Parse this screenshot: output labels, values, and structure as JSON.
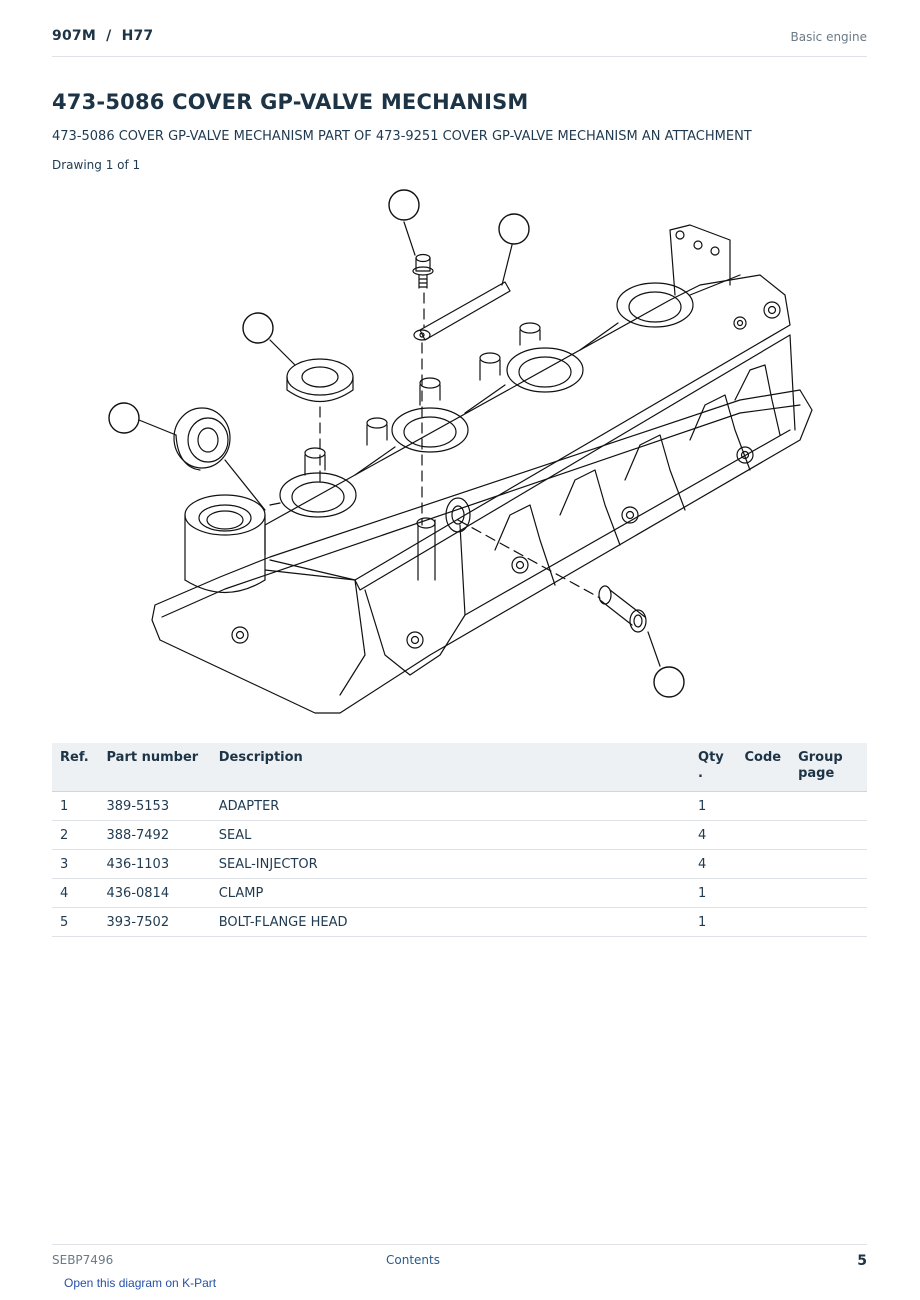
{
  "header": {
    "model": "907M  /  H77",
    "section": "Basic engine"
  },
  "title": "473-5086 COVER GP-VALVE MECHANISM",
  "subtitle": "473-5086 COVER GP-VALVE MECHANISM PART OF 473-9251 COVER GP-VALVE MECHANISM AN ATTACHMENT",
  "drawing_count": "Drawing 1 of 1",
  "table": {
    "headers": {
      "ref": "Ref.",
      "part_number": "Part number",
      "description": "Description",
      "qty": "Qty\n.",
      "code": "Code",
      "group_page": "Group\npage"
    },
    "rows": [
      {
        "ref": "1",
        "part_number": "389-5153",
        "description": "ADAPTER",
        "qty": "1",
        "code": "",
        "group_page": ""
      },
      {
        "ref": "2",
        "part_number": "388-7492",
        "description": "SEAL",
        "qty": "4",
        "code": "",
        "group_page": ""
      },
      {
        "ref": "3",
        "part_number": "436-1103",
        "description": "SEAL-INJECTOR",
        "qty": "4",
        "code": "",
        "group_page": ""
      },
      {
        "ref": "4",
        "part_number": "436-0814",
        "description": "CLAMP",
        "qty": "1",
        "code": "",
        "group_page": ""
      },
      {
        "ref": "5",
        "part_number": "393-7502",
        "description": "BOLT-FLANGE HEAD",
        "qty": "1",
        "code": "",
        "group_page": ""
      }
    ]
  },
  "footer": {
    "doc_number": "SEBP7496",
    "contents_link": "Contents",
    "page_number": "5"
  },
  "kpart_link": "Open this diagram on K-Part"
}
